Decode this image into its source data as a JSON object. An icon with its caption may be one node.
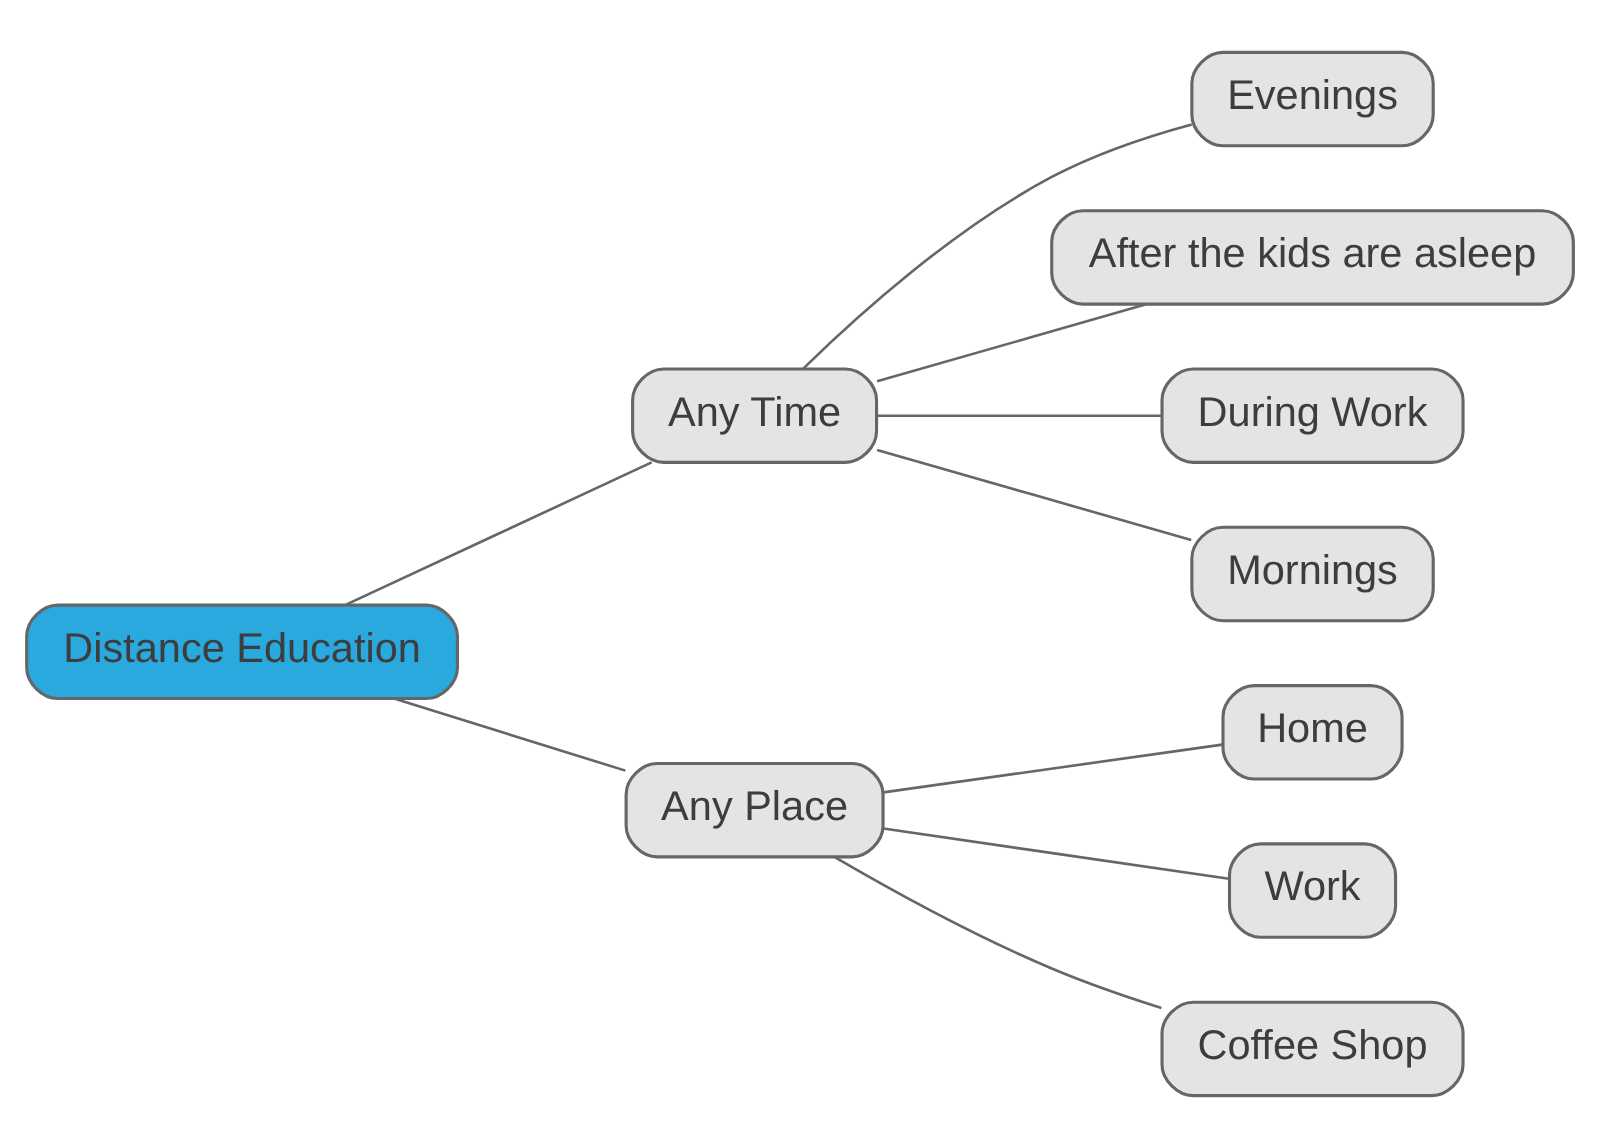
{
  "diagram": {
    "nodes": [
      {
        "text": [
          "Distance Education"
        ]
      },
      {
        "text": [
          "Any Time"
        ]
      },
      {
        "text": [
          "Evenings"
        ]
      },
      {
        "text": [
          "After the kids are asleep"
        ]
      },
      {
        "text": [
          "During Work"
        ]
      },
      {
        "text": [
          "Mornings"
        ]
      },
      {
        "text": [
          "Any Place"
        ]
      },
      {
        "text": [
          "Home"
        ]
      },
      {
        "text": [
          "Work"
        ]
      },
      {
        "text": [
          "Coffee Shop"
        ]
      }
    ],
    "edges": [
      {
        "from": 0,
        "to": 1,
        "arrow": "none"
      },
      {
        "from": 1,
        "to": 2,
        "arrow": "none"
      },
      {
        "from": 1,
        "to": 3,
        "arrow": "none"
      },
      {
        "from": 1,
        "to": 4,
        "arrow": "none"
      },
      {
        "from": 1,
        "to": 5,
        "arrow": "none"
      },
      {
        "from": 0,
        "to": 6,
        "arrow": "none"
      },
      {
        "from": 6,
        "to": 7,
        "arrow": "none"
      },
      {
        "from": 6,
        "to": 8,
        "arrow": "none"
      },
      {
        "from": 6,
        "to": 9,
        "arrow": "none"
      }
    ]
  }
}
